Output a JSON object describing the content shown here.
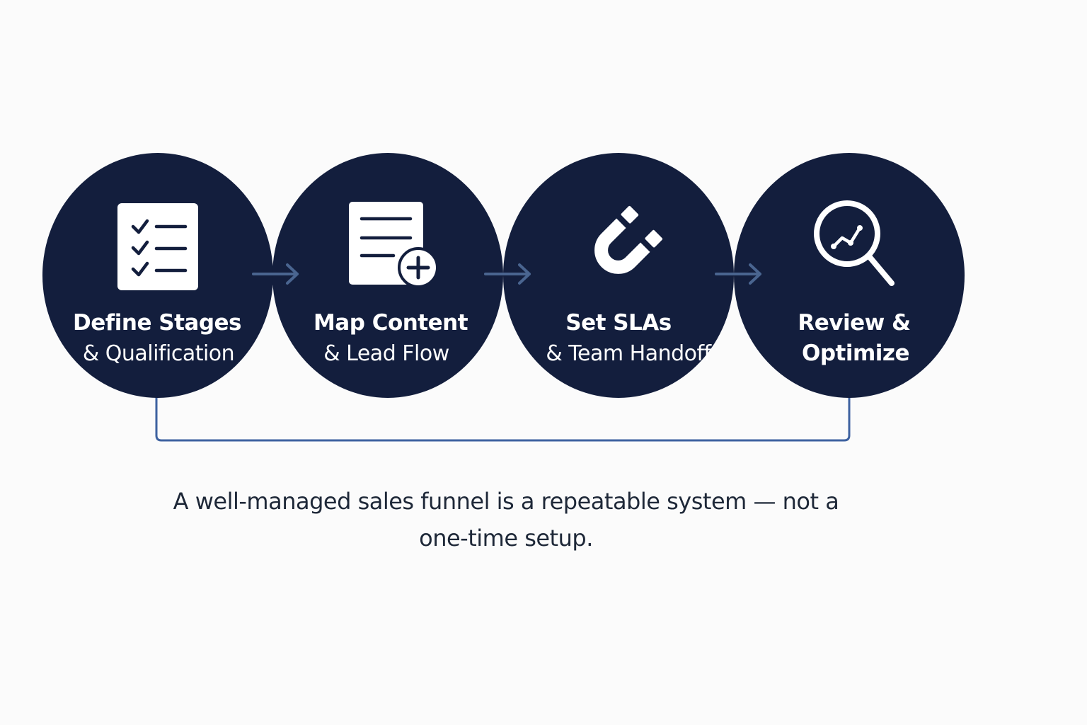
{
  "colors": {
    "circle": "#131e3d",
    "arrow": "#4a6590",
    "connector": "#3e62a0",
    "icon": "#ffffff",
    "background": "#fbfbfb"
  },
  "steps": [
    {
      "icon": "checklist-icon",
      "line1": "Define Stages",
      "line2": "& Qualification"
    },
    {
      "icon": "document-add-icon",
      "line1": "Map Content",
      "line2": "& Lead Flow"
    },
    {
      "icon": "magnet-icon",
      "line1": "Set SLAs",
      "line2": "& Team Handoff"
    },
    {
      "icon": "magnifier-trend-icon",
      "line1": "Review &",
      "line2": "Optimize"
    }
  ],
  "caption": "A well-managed sales funnel is a repeatable system — not a one-time setup."
}
